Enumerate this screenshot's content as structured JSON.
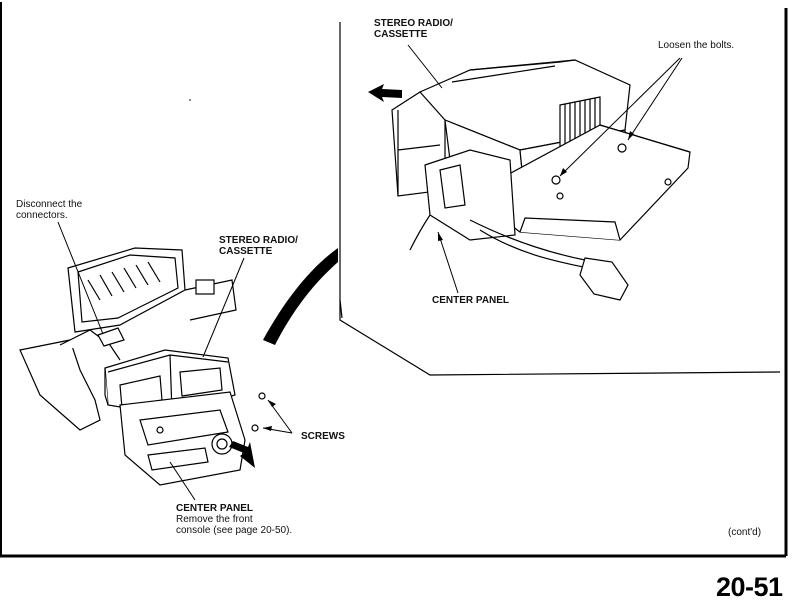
{
  "labels": {
    "stereo_top": "STEREO RADIO/\nCASSETTE",
    "loosen_bolts": "Loosen the bolts.",
    "disconnect": "Disconnect the\nconnectors.",
    "stereo_left": "STEREO RADIO/\nCASSETTE",
    "center_panel_top": "CENTER PANEL",
    "screws": "SCREWS",
    "center_panel_bottom": "CENTER PANEL",
    "remove_console": "Remove the front\nconsole (see page 20-50).",
    "contd": "(cont'd)",
    "page_number": "20-51"
  }
}
